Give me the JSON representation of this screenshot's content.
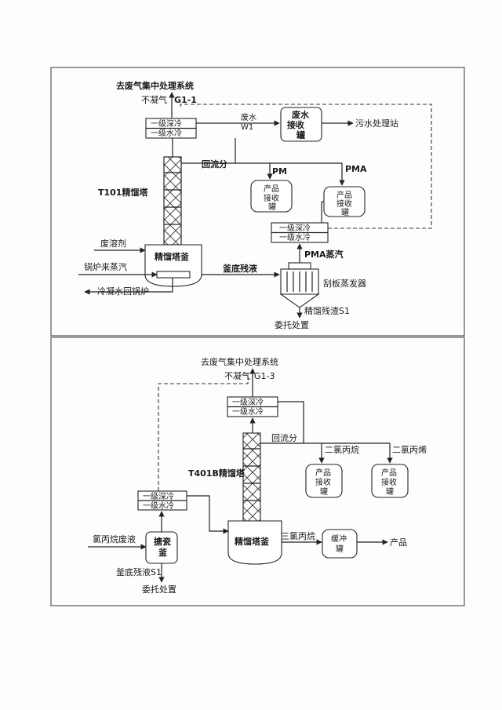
{
  "top": {
    "to_exhaust": "去废气集中处理系统",
    "noncondensable": "不凝气",
    "g_code": "G1-1",
    "condenser": {
      "line1": "一级深冷",
      "line2": "一级水冷"
    },
    "wastewater_label1": "废水",
    "wastewater_label2": "W1",
    "ww_tank": {
      "line1": "废水",
      "line2": "接收",
      "line3": "罐"
    },
    "to_wwtp": "污水处理站",
    "reflux": "回流分",
    "pm": "PM",
    "pma": "PMA",
    "product_tank_1": {
      "line1": "产品",
      "line2": "接收",
      "line3": "罐"
    },
    "product_tank_2": {
      "line1": "产品",
      "line2": "接收",
      "line3": "罐"
    },
    "column": "T101精馏塔",
    "condenser2": {
      "line1": "一级深冷",
      "line2": "一级水冷"
    },
    "solvent": "废溶剂",
    "steam_in": "锅炉来蒸汽",
    "reboiler": "精馏塔釜",
    "pma_steam": "PMA蒸汽",
    "bottom_residue": "釜底残液",
    "evaporator": "刮板蒸发器",
    "condensate": "冷凝水回锅炉",
    "residue_s1": "精馏残渣S1",
    "outsource": "委托处置"
  },
  "bottom": {
    "to_exhaust": "去废气集中处理系统",
    "noncondensable": "不凝气",
    "g_code": "G1-3",
    "condenser_top": {
      "line1": "一级深冷",
      "line2": "一级水冷"
    },
    "reflux": "回流分",
    "dichloropropane": "二氯丙烷",
    "dichloropropene": "二氯丙烯",
    "product_tank_1": {
      "line1": "产品",
      "line2": "接收",
      "line3": "罐"
    },
    "product_tank_2": {
      "line1": "产品",
      "line2": "接收",
      "line3": "罐"
    },
    "column": "T401B精馏塔",
    "condenser_left": {
      "line1": "一级深冷",
      "line2": "一级水冷"
    },
    "feed": "氯丙烷废液",
    "still": {
      "line1": "搪瓷",
      "line2": "釜"
    },
    "reboiler": "精馏塔釜",
    "trichloropropane": "三氯丙烷",
    "buffer_tank": {
      "line1": "缓冲",
      "line2": "罐"
    },
    "product": "产品",
    "residue_s1": "釜底残液S1",
    "outsource": "委托处置"
  }
}
